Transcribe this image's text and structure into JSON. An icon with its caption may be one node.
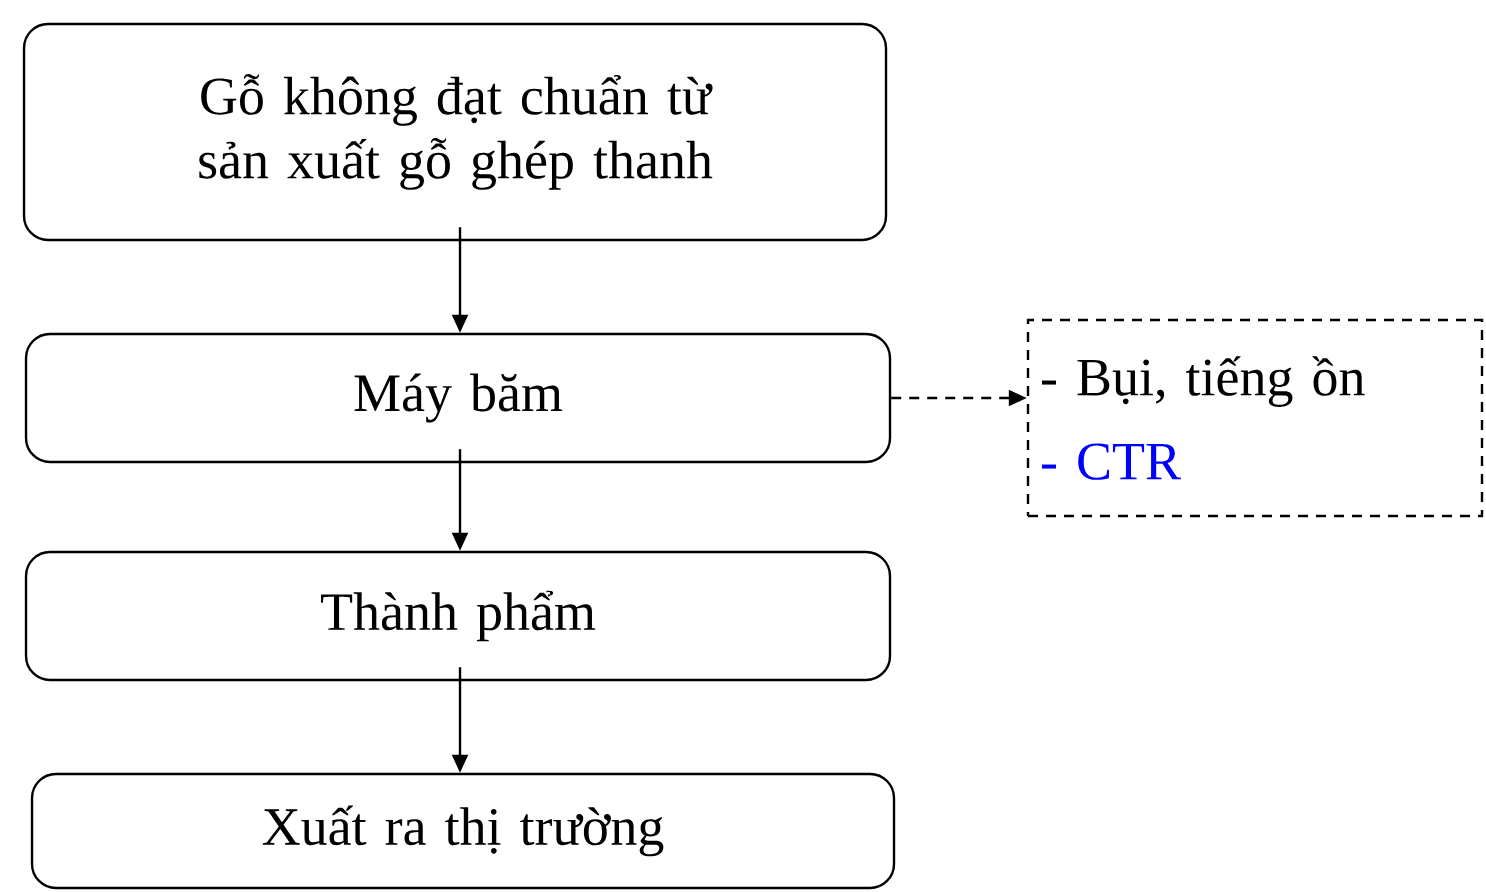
{
  "diagram": {
    "nodes": [
      {
        "text": [
          "Gỗ không đạt chuẩn từ sản xuất gỗ ghép thanh"
        ]
      },
      {
        "text": [
          "Máy băm"
        ]
      },
      {
        "text": [
          "Thành phẩm"
        ]
      },
      {
        "text": [
          "Xuất ra thị trường"
        ]
      },
      {
        "text": [
          "- Bụi, tiếng ồn",
          "- CTR"
        ]
      }
    ],
    "edges": [
      {
        "from": 0,
        "to": 1,
        "arrow": "to"
      },
      {
        "from": 1,
        "to": 2,
        "arrow": "to"
      },
      {
        "from": 2,
        "to": 3,
        "arrow": "to"
      },
      {
        "from": 1,
        "to": 4,
        "arrow": "to",
        "style": "dashed"
      }
    ]
  }
}
